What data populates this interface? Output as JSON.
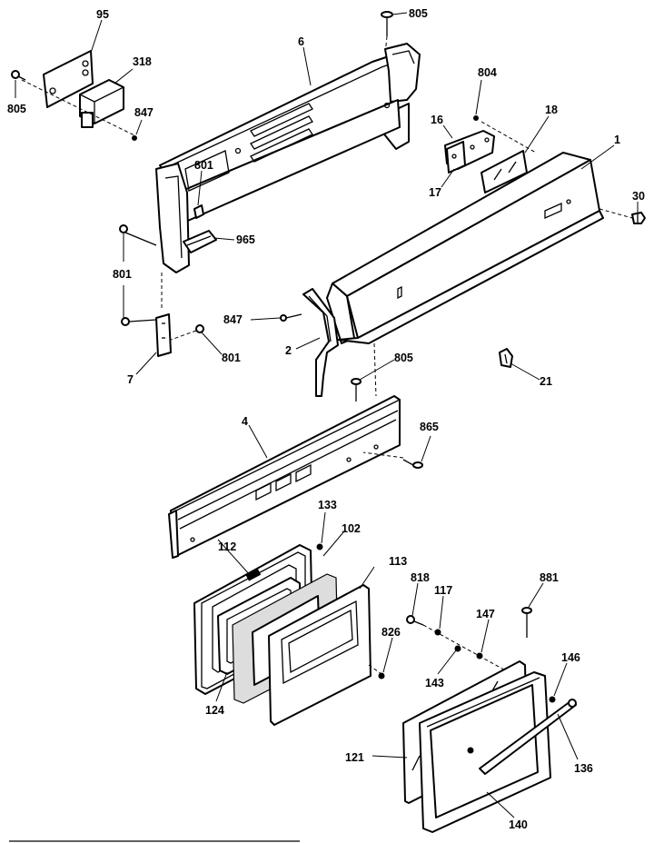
{
  "labels": {
    "p95": "95",
    "p318": "318",
    "p805a": "805",
    "p847a": "847",
    "p6": "6",
    "p805b": "805",
    "p804": "804",
    "p16": "16",
    "p18": "18",
    "p1": "1",
    "p17": "17",
    "p30": "30",
    "p801a": "801",
    "p965": "965",
    "p801b": "801",
    "p847b": "847",
    "p2": "2",
    "p801c": "801",
    "p7": "7",
    "p805c": "805",
    "p21": "21",
    "p4": "4",
    "p865": "865",
    "p133": "133",
    "p102": "102",
    "p112": "112",
    "p113": "113",
    "p818": "818",
    "p117": "117",
    "p147": "147",
    "p881": "881",
    "p826": "826",
    "p143": "143",
    "p146": "146",
    "p124": "124",
    "p121": "121",
    "p136": "136",
    "p140": "140"
  }
}
